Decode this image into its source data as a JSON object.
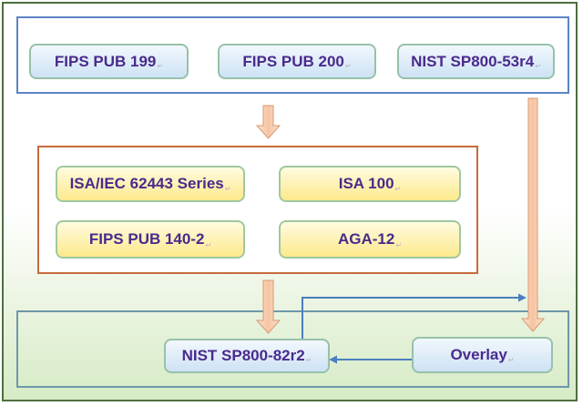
{
  "diagram": {
    "top_group": {
      "boxes": [
        "FIPS PUB 199",
        "FIPS PUB 200",
        "NIST SP800-53r4"
      ]
    },
    "middle_group": {
      "boxes": [
        "ISA/IEC 62443 Series",
        "ISA 100",
        "FIPS PUB 140-2",
        "AGA-12"
      ]
    },
    "bottom_group": {
      "boxes": [
        "NIST SP800-82r2",
        "Overlay"
      ]
    },
    "colors": {
      "text": "#4a2a8c",
      "blue_box": "#cde2f4",
      "yellow_box": "#fde98c",
      "top_border": "#5b84c4",
      "middle_border": "#c76b3c",
      "bottom_border": "#6d97a8",
      "block_arrow": "#f3b590",
      "line_arrow": "#4a7fc0"
    }
  }
}
